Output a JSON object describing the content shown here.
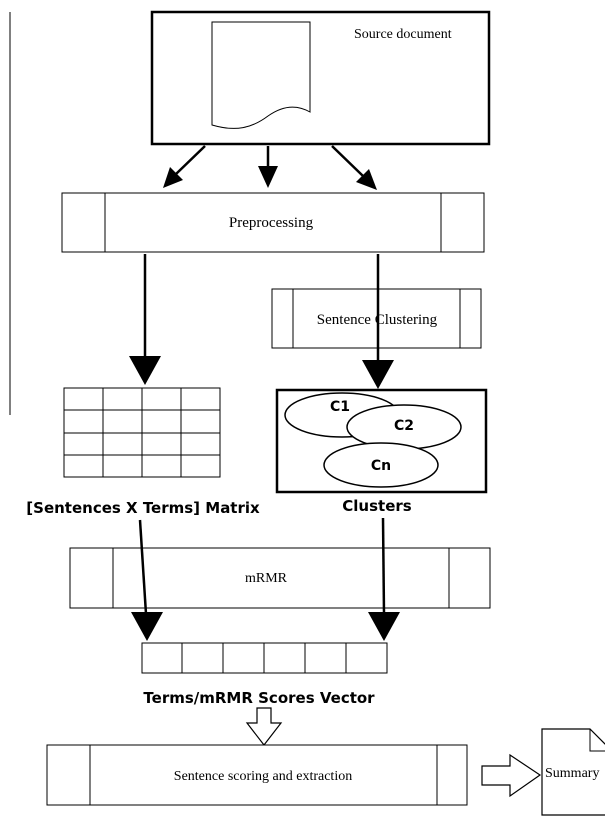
{
  "nodes": {
    "source": {
      "label": "Source document"
    },
    "preprocessing": {
      "label": "Preprocessing"
    },
    "sentence_clustering": {
      "label": "Sentence Clustering"
    },
    "matrix": {
      "caption": "[Sentences X Terms] Matrix"
    },
    "clusters": {
      "caption": "Clusters",
      "items": [
        "C1",
        "C2",
        "Cn"
      ]
    },
    "mrmr": {
      "label": "mRMR"
    },
    "vector": {
      "caption": "Terms/mRMR Scores Vector"
    },
    "scoring": {
      "label": "Sentence scoring and extraction"
    },
    "summary": {
      "label": "Summary"
    }
  },
  "edges": [
    {
      "from": "source",
      "to": "preprocessing"
    },
    {
      "from": "preprocessing",
      "to": "matrix"
    },
    {
      "from": "preprocessing",
      "to": "clusters"
    },
    {
      "from": "matrix",
      "to": "vector"
    },
    {
      "from": "clusters",
      "to": "vector"
    },
    {
      "from": "vector",
      "to": "scoring"
    },
    {
      "from": "scoring",
      "to": "summary"
    }
  ],
  "colors": {
    "stroke": "#000000",
    "background": "#ffffff"
  }
}
